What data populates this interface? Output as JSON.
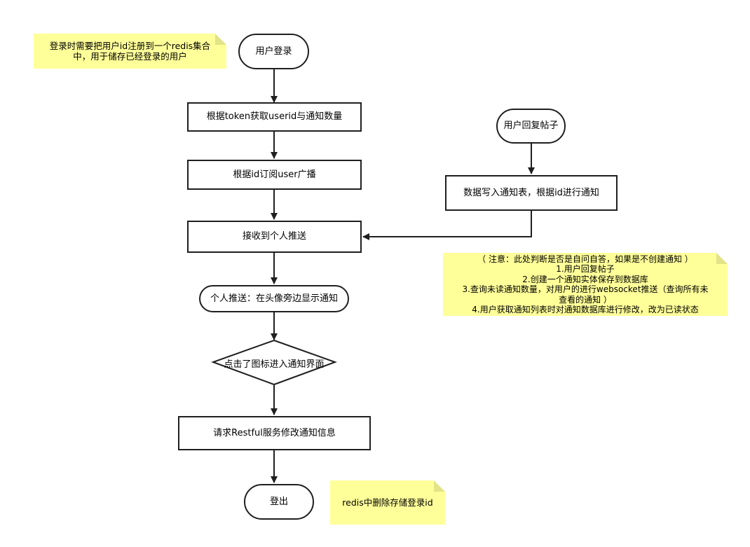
{
  "nodes": {
    "login": "用户登录",
    "get_userid": "根据token获取userid与通知数量",
    "subscribe": "根据id订阅user广播",
    "receive_push": "接收到个人推送",
    "show_notice": "个人推送：在头像旁边显示通知",
    "click_icon": "点击了图标进入通知界面",
    "request_restful": "请求Restful服务修改通知信息",
    "logout": "登出",
    "reply_post": "用户回复帖子",
    "write_notice": "数据写入通知表，根据id进行通知"
  },
  "notes": {
    "login_note": [
      "登录时需要把用户id注册到一个redis集合",
      "中，用于储存已经登录的用户"
    ],
    "reply_note": [
      "（ 注意：此处判断是否是自问自答，如果是不创建通知 ）",
      "1.用户回复帖子",
      "2.创建一个通知实体保存到数据库",
      "3.查询未读通知数量，对用户的进行websocket推送（查询所有未",
      "查看的通知 ）",
      "4.用户获取通知列表时对通知数据库进行修改，改为已读状态"
    ],
    "logout_note": "redis中删除存储登录id"
  },
  "colors": {
    "note_fill": "#ffff99",
    "stroke": "#1f1f1f"
  }
}
